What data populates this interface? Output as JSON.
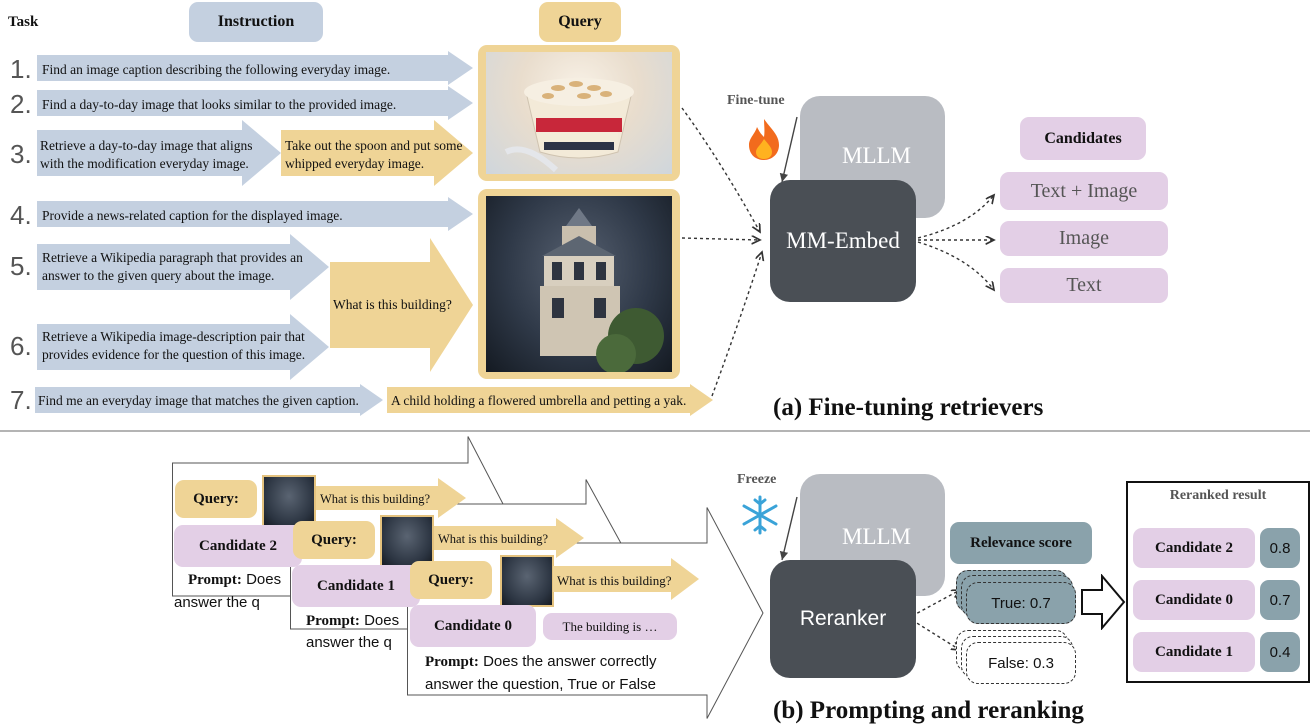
{
  "task_header": "Task",
  "instruction_header": "Instruction",
  "query_header": "Query",
  "candidates_header": "Candidates",
  "tasks": [
    {
      "num": "1.",
      "instruction": "Find an image caption describing the following everyday image."
    },
    {
      "num": "2.",
      "instruction": "Find a day-to-day image that looks similar to the provided image."
    },
    {
      "num": "3.",
      "instruction": "Retrieve a day-to-day image that aligns with the modification everyday image.",
      "query_text": "Take out the spoon and put some whipped everyday image."
    },
    {
      "num": "4.",
      "instruction": "Provide a news-related caption for the displayed image."
    },
    {
      "num": "5.",
      "instruction": "Retrieve a Wikipedia paragraph that provides an answer to the given query about the image."
    },
    {
      "num": "6.",
      "instruction": "Retrieve a Wikipedia image-description pair that provides evidence for the question of this image."
    },
    {
      "num": "7.",
      "instruction": "Find me an everyday image that matches the given caption.",
      "query_text": "A child holding a flowered umbrella and petting a yak."
    }
  ],
  "shared_query_text": "What is this building?",
  "finetune_label": "Fine-tune",
  "fire_icon": "fire-icon",
  "mllm_label": "MLLM",
  "mm_embed_label": "MM-Embed",
  "candidate_types": [
    "Text + Image",
    "Image",
    "Text"
  ],
  "caption_a": "(a) Fine-tuning retrievers",
  "cards": [
    {
      "query_label": "Query:",
      "query_text": "What is this building?",
      "candidate": "Candidate 2",
      "prompt_label": "Prompt:",
      "prompt_text": "Does",
      "prompt_line2": "answer the q"
    },
    {
      "query_label": "Query:",
      "query_text": "What is this building?",
      "candidate": "Candidate 1",
      "prompt_label": "Prompt:",
      "prompt_text": "Does",
      "prompt_line2": "answer the q"
    },
    {
      "query_label": "Query:",
      "query_text": "What is this building?",
      "candidate": "Candidate 0",
      "answer": "The building is …",
      "prompt_label": "Prompt:",
      "prompt_text": "Does the answer correctly",
      "prompt_line2": "answer the question, True or False"
    }
  ],
  "freeze_label": "Freeze",
  "snowflake_icon": "snowflake-icon",
  "mllm_label_b": "MLLM",
  "reranker_label": "Reranker",
  "relevance_label": "Relevance score",
  "true_score": "True: 0.7",
  "false_score": "False: 0.3",
  "reranked_title": "Reranked result",
  "reranked": [
    {
      "candidate": "Candidate 2",
      "score": "0.8"
    },
    {
      "candidate": "Candidate 0",
      "score": "0.7"
    },
    {
      "candidate": "Candidate 1",
      "score": "0.4"
    }
  ],
  "caption_b": "(b) Prompting and reranking",
  "colors": {
    "blue": "#c4d0e0",
    "gold": "#efd496",
    "purple": "#e3cfe6",
    "teal": "#8aa2ab",
    "dark": "#4a4f55",
    "gray": "#b9bcc2"
  }
}
